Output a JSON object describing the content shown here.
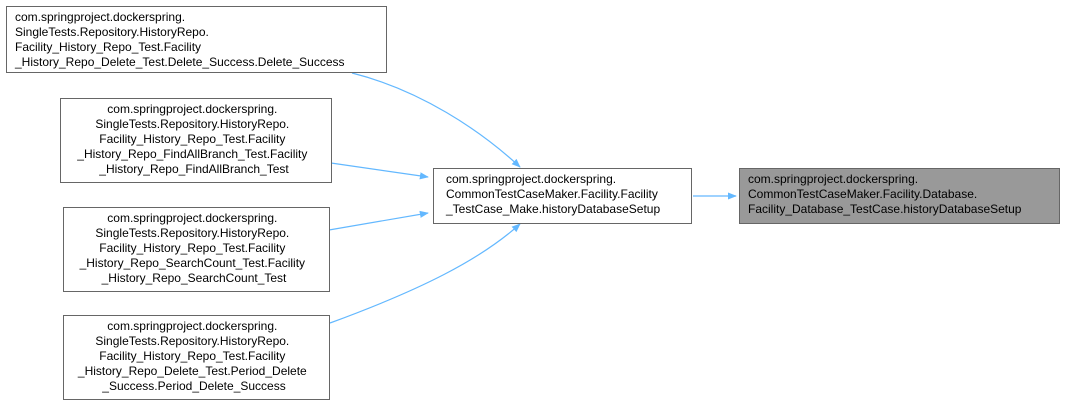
{
  "colors": {
    "node_fill": "#ffffff",
    "node_stroke": "#666666",
    "highlight_fill": "#999999",
    "edge": "#63b8ff",
    "text": "#000000"
  },
  "nodes": {
    "delete_success": {
      "lines": [
        "com.springproject.dockerspring.",
        "SingleTests.Repository.HistoryRepo.",
        "Facility_History_Repo_Test.Facility",
        "_History_Repo_Delete_Test.Delete_Success.Delete_Success"
      ]
    },
    "findallbranch": {
      "lines": [
        "com.springproject.dockerspring.",
        "SingleTests.Repository.HistoryRepo.",
        "Facility_History_Repo_Test.Facility",
        "_History_Repo_FindAllBranch_Test.Facility",
        "_History_Repo_FindAllBranch_Test"
      ]
    },
    "searchcount": {
      "lines": [
        "com.springproject.dockerspring.",
        "SingleTests.Repository.HistoryRepo.",
        "Facility_History_Repo_Test.Facility",
        "_History_Repo_SearchCount_Test.Facility",
        "_History_Repo_SearchCount_Test"
      ]
    },
    "period_delete": {
      "lines": [
        "com.springproject.dockerspring.",
        "SingleTests.Repository.HistoryRepo.",
        "Facility_History_Repo_Test.Facility",
        "_History_Repo_Delete_Test.Period_Delete",
        "_Success.Period_Delete_Success"
      ]
    },
    "testcase_make": {
      "lines": [
        "com.springproject.dockerspring.",
        "CommonTestCaseMaker.Facility.Facility",
        "_TestCase_Make.historyDatabaseSetup"
      ]
    },
    "database_testcase": {
      "lines": [
        "com.springproject.dockerspring.",
        "CommonTestCaseMaker.Facility.Database.",
        "Facility_Database_TestCase.historyDatabaseSetup"
      ]
    }
  }
}
